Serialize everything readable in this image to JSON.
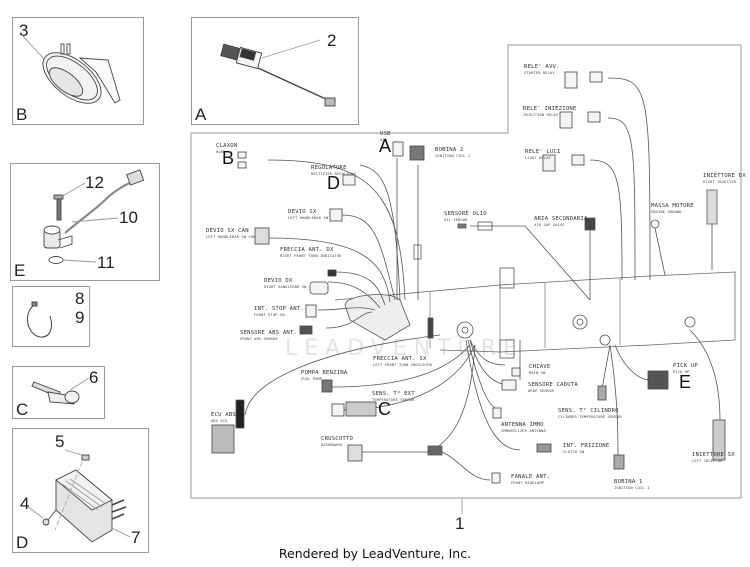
{
  "footer": "Rendered by LeadVenture, Inc.",
  "watermark": "LEADVENTURE",
  "main_diagram": {
    "part_number": "1",
    "connector_labels": [
      {
        "id": "claxon",
        "text": "CLAXON",
        "sub": "HORN"
      },
      {
        "id": "regolatore",
        "text": "REGOLATORE",
        "sub": "RECTIFIER REGULATOR"
      },
      {
        "id": "devio-sx",
        "text": "DEVIO SX",
        "sub": "LEFT HANDLEBAR SW"
      },
      {
        "id": "devio-sx-can",
        "text": "DEVIO SX CAN",
        "sub": "LEFT HANDLEBAR SW CAN"
      },
      {
        "id": "freccia-ant-dx",
        "text": "FRECCIA ANT. DX",
        "sub": "RIGHT FRONT TURN INDICATOR"
      },
      {
        "id": "devio-dx",
        "text": "DEVIO DX",
        "sub": "RIGHT HANDLEBAR SW"
      },
      {
        "id": "int-stop-ant",
        "text": "INT. STOP ANT.",
        "sub": "FRONT STOP SW"
      },
      {
        "id": "sensore-abs-ant",
        "text": "SENSORE ABS ANT.",
        "sub": "FRONT ABS SENSOR"
      },
      {
        "id": "usb",
        "text": "USB",
        "sub": "USB"
      },
      {
        "id": "bobina-2",
        "text": "BOBINA 2",
        "sub": "IGNITION COIL 2"
      },
      {
        "id": "sensore-olio",
        "text": "SENSORE OLIO",
        "sub": "OIL SENSOR"
      },
      {
        "id": "aria-secondaria",
        "text": "ARIA SECONDARIA",
        "sub": "AIR SAP VALVE"
      },
      {
        "id": "rele-avv",
        "text": "RELE' AVV.",
        "sub": "STARTER RELAY"
      },
      {
        "id": "rele-iniezione",
        "text": "RELE' INIEZIONE",
        "sub": "INJECTION RELAY"
      },
      {
        "id": "rele-luci",
        "text": "RELE' LUCI",
        "sub": "LIGHT RELAY"
      },
      {
        "id": "massa-motore",
        "text": "MASSA MOTORE",
        "sub": "ENGINE GROUND"
      },
      {
        "id": "iniettore-dx",
        "text": "INIETTORE DX",
        "sub": "RIGHT INJECTOR"
      },
      {
        "id": "freccia-ant-sx",
        "text": "FRECCIA ANT. SX",
        "sub": "LEFT FRONT TURN INDICATOR"
      },
      {
        "id": "pompa-benzina",
        "text": "POMPA BENZINA",
        "sub": "FUEL PUMP"
      },
      {
        "id": "sens-t-ext",
        "text": "SENS. T° EXT",
        "sub": "TEMPERATURE SENSOR"
      },
      {
        "id": "ecu-abs",
        "text": "ECU ABS",
        "sub": "ABS ECU"
      },
      {
        "id": "cruscotto",
        "text": "CRUSCOTTO",
        "sub": "DASHBOARD"
      },
      {
        "id": "chiave",
        "text": "CHIAVE",
        "sub": "MAIN SW"
      },
      {
        "id": "sensore-caduta",
        "text": "SENSORE CADUTA",
        "sub": "DROP SENSOR"
      },
      {
        "id": "antenna-immo",
        "text": "ANTENNA IMMO",
        "sub": "IMMOBILIZER ANTENNA"
      },
      {
        "id": "int-frizione",
        "text": "INT. FRIZIONE",
        "sub": "CLUTCH SW"
      },
      {
        "id": "fanale-ant",
        "text": "FANALE ANT.",
        "sub": "FRONT HEADLAMP"
      },
      {
        "id": "sens-t-cilindro",
        "text": "SENS. T° CILINDRO",
        "sub": "CYLINDER TEMPERATURE SENSOR"
      },
      {
        "id": "bobina-1",
        "text": "BOBINA 1",
        "sub": "IGNITION COIL 1"
      },
      {
        "id": "pick-up",
        "text": "PICK UP",
        "sub": "PICK UP"
      },
      {
        "id": "iniettore-sx",
        "text": "INIETTORE SX",
        "sub": "LEFT INJECTOR"
      }
    ],
    "callout_letters": {
      "claxon": "B",
      "regolatore": "D",
      "usb": "A",
      "sens_t_ext": "C",
      "pick_up": "E"
    }
  },
  "insets": [
    {
      "id": "inset-b",
      "letter": "B",
      "parts": [
        "3"
      ],
      "description": "horn"
    },
    {
      "id": "inset-a",
      "letter": "A",
      "parts": [
        "2"
      ],
      "description": "usb cable"
    },
    {
      "id": "inset-e",
      "letter": "E",
      "parts": [
        "12",
        "10",
        "11"
      ],
      "description": "pick up sensor"
    },
    {
      "id": "inset-clip",
      "letter": "",
      "parts": [
        "8",
        "9"
      ],
      "description": "cable tie"
    },
    {
      "id": "inset-c",
      "letter": "C",
      "parts": [
        "6"
      ],
      "description": "temperature sensor"
    },
    {
      "id": "inset-d",
      "letter": "D",
      "parts": [
        "5",
        "4",
        "7"
      ],
      "description": "regulator"
    }
  ]
}
